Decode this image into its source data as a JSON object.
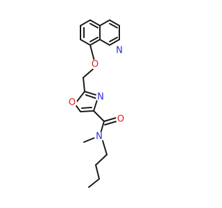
{
  "molecule": {
    "atoms": [
      {
        "id": "N_quinoline",
        "label": "N",
        "color": "#2a2ae0"
      },
      {
        "id": "O_ether",
        "label": "O",
        "color": "#e02020"
      },
      {
        "id": "N_oxazole",
        "label": "N",
        "color": "#2a2ae0"
      },
      {
        "id": "O_oxazole",
        "label": "O",
        "color": "#e02020"
      },
      {
        "id": "O_carbonyl",
        "label": "O",
        "color": "#e02020"
      },
      {
        "id": "N_amide",
        "label": "N",
        "color": "#2a2ae0"
      }
    ],
    "bond_color": "#1a1a1a"
  }
}
